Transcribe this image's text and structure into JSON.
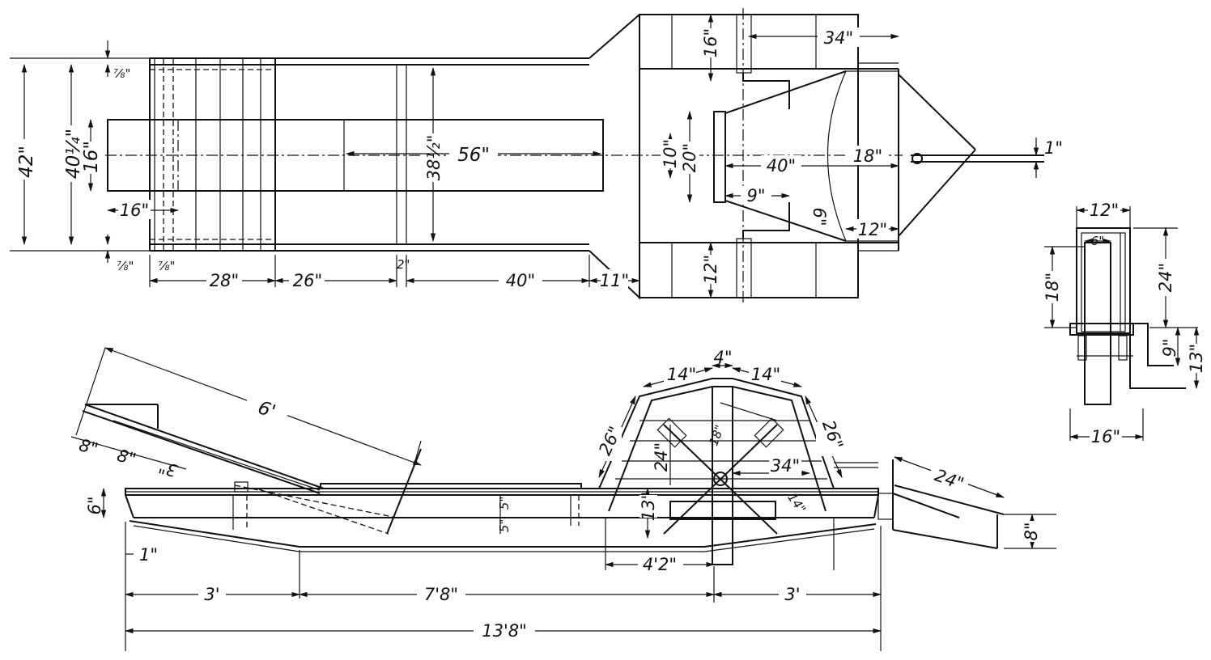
{
  "plan_view": {
    "width_overall": "42\"",
    "width_inner": "40¼\"",
    "seat_width": "16\"",
    "rail_seven_eighths_top": "⅞\"",
    "rail_seven_eighths_bottom": "⅞\"",
    "rail_seven_eighths_side": "⅞\"",
    "seat_length": "16\"",
    "span_inner": "38½\"",
    "span_56": "56\"",
    "seg_28": "28\"",
    "seg_26": "26\"",
    "seg_2": "2\"",
    "seg_40": "40\"",
    "seg_11": "11\"",
    "paddle_16": "16\"",
    "paddle_34": "34\"",
    "paddle_12": "12\"",
    "crank_10": "10\"",
    "crank_20": "20\"",
    "crank_40": "40\"",
    "crank_18": "18\"",
    "crank_9": "9\"",
    "crank_6": "6\"",
    "crank_12": "12\"",
    "rudder_rod_1": "1\""
  },
  "side_view": {
    "backrest_6ft": "6'",
    "backrest_8a": "8\"",
    "backrest_8b": "8\"",
    "backrest_3": "3\"",
    "deck_6": "6\"",
    "deck_5a": "5\"",
    "deck_5b": "5\"",
    "hull_1": "1\"",
    "wheel_14a": "14\"",
    "wheel_4": "4\"",
    "wheel_14b": "14\"",
    "wheel_26a": "26\"",
    "wheel_26b": "26\"",
    "wheel_18": "18\"",
    "wheel_24": "24\"",
    "wheel_34": "34\"",
    "wheel_13": "13\"",
    "wheel_14c": "14\"",
    "wheel_base": "4'2\"",
    "rudder_24": "24\"",
    "rudder_8": "8\"",
    "len_3a": "3'",
    "len_7_8": "7'8\"",
    "len_3b": "3'",
    "len_total": "13'8\""
  },
  "end_view": {
    "top_12": "12\"",
    "inner_6": "6\"",
    "height_18": "18\"",
    "height_24": "24\"",
    "crank_9": "9\"",
    "crank_13": "13\"",
    "base_16": "16\""
  }
}
